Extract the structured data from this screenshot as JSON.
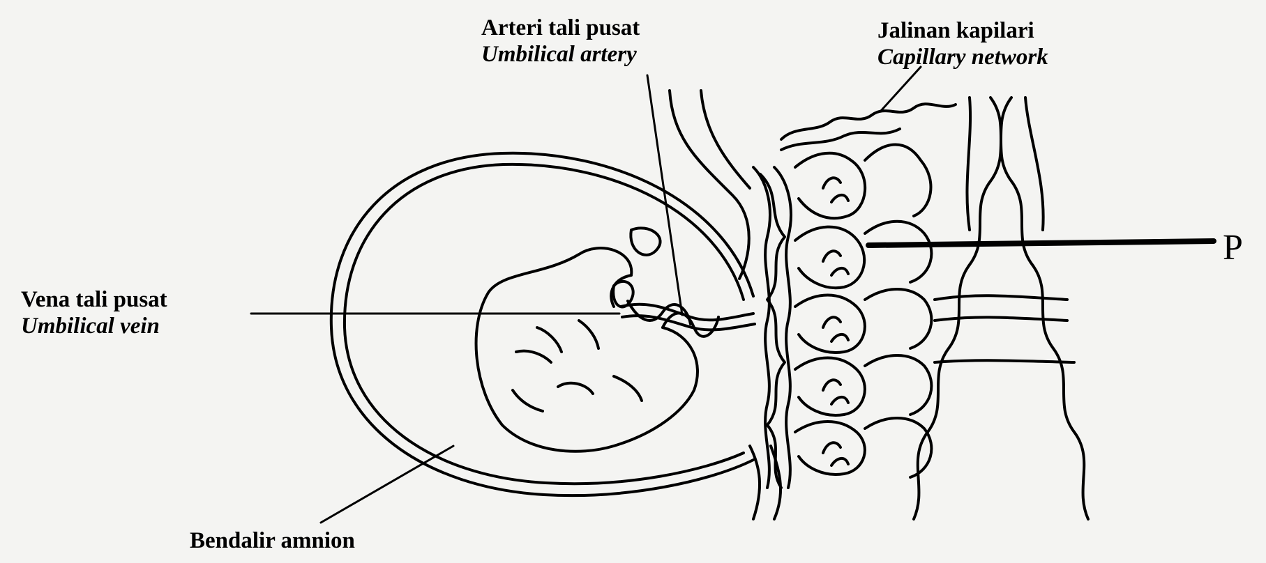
{
  "labels": {
    "umbilical_artery": {
      "malay": "Arteri tali pusat",
      "english": "Umbilical artery"
    },
    "capillary_network": {
      "malay": "Jalinan kapilari",
      "english": "Capillary network"
    },
    "umbilical_vein": {
      "malay": "Vena tali pusat",
      "english": "Umbilical vein"
    },
    "amniotic_fluid": {
      "malay": "Bendalir amnion"
    },
    "structure_p": "P"
  },
  "colors": {
    "ink": "#000000",
    "paper": "#f4f4f2"
  }
}
